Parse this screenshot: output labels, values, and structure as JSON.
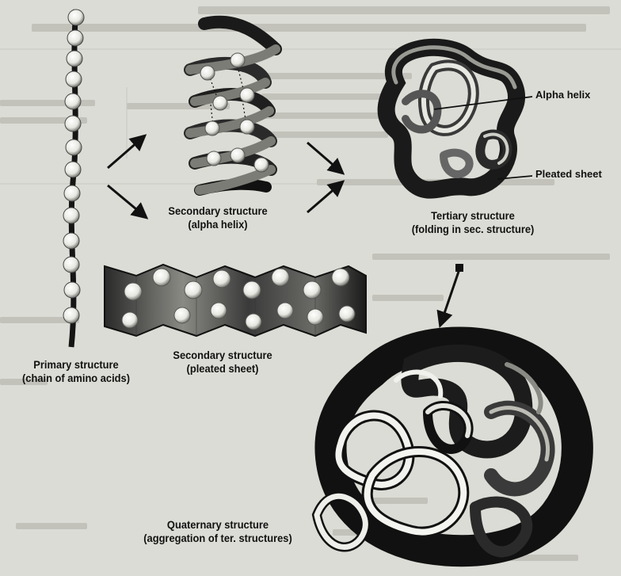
{
  "labels": {
    "primary_title": "Primary structure",
    "primary_sub": "(chain of amino acids)",
    "secondary_helix_title": "Secondary structure",
    "secondary_helix_sub": "(alpha helix)",
    "secondary_sheet_title": "Secondary structure",
    "secondary_sheet_sub": "(pleated sheet)",
    "tertiary_title": "Tertiary structure",
    "tertiary_sub": "(folding in sec. structure)",
    "quaternary_title": "Quaternary structure",
    "quaternary_sub": "(aggregation of ter. structures)",
    "alpha_helix_callout": "Alpha helix",
    "pleated_sheet_callout": "Pleated sheet"
  },
  "colors": {
    "paper": "#dcdcd6",
    "ink": "#111111",
    "bead": "#f4f4f0",
    "faint_text": "#b9b9b2"
  }
}
